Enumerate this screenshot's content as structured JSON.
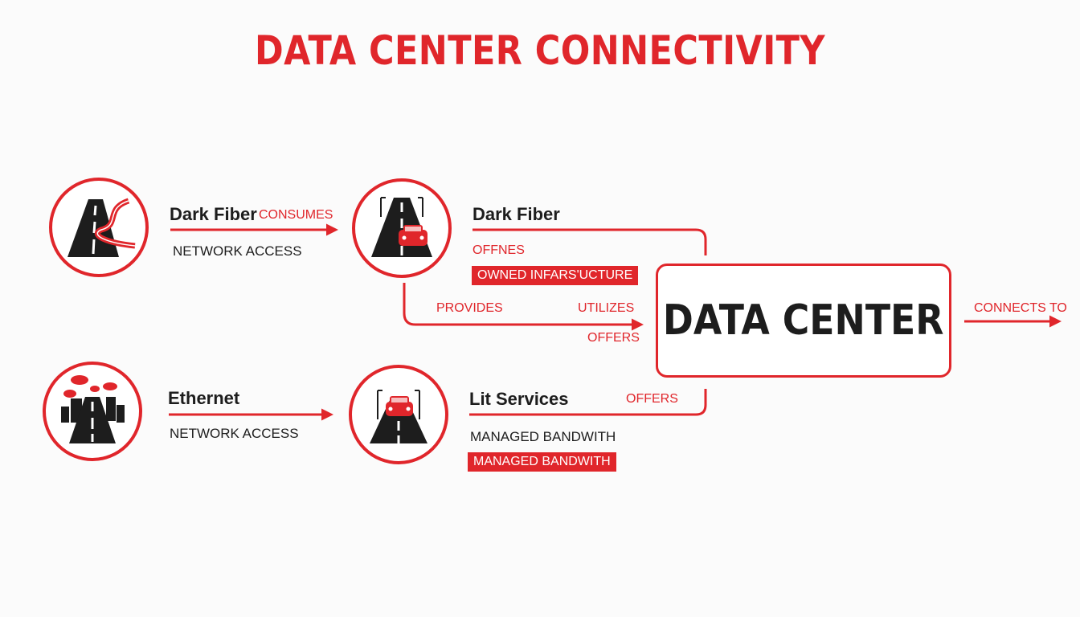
{
  "title": "DATA CENTER CONNECTIVITY",
  "colors": {
    "accent": "#e0262b",
    "text": "#1d1d1d",
    "background": "#fbfbfb"
  },
  "nodes": {
    "dark_fiber_access": {
      "icon": "winding-road-icon",
      "title": "Dark Fiber",
      "subtitle": "NETWORK ACCESS",
      "edge_label": "CONSUMES"
    },
    "dark_fiber_infra": {
      "icon": "road-with-car-icon",
      "title": "Dark Fiber",
      "label": "OFFNES",
      "tag": "OWNED INFARS'UCTURE",
      "edge_labels": [
        "PROVIDES",
        "UTILIZES",
        "OFFERS"
      ]
    },
    "ethernet_access": {
      "icon": "city-road-icon",
      "title": "Ethernet",
      "subtitle": "NETWORK ACCESS"
    },
    "lit_services": {
      "icon": "road-with-car-icon",
      "title": "Lit Services",
      "edge_label": "OFFERS",
      "subtitle": "MANAGED BANDWITH",
      "tag": "MANAGED BANDWITH"
    },
    "data_center": {
      "label": "DATA CENTER",
      "edge_label": "CONNECTS TO"
    }
  }
}
